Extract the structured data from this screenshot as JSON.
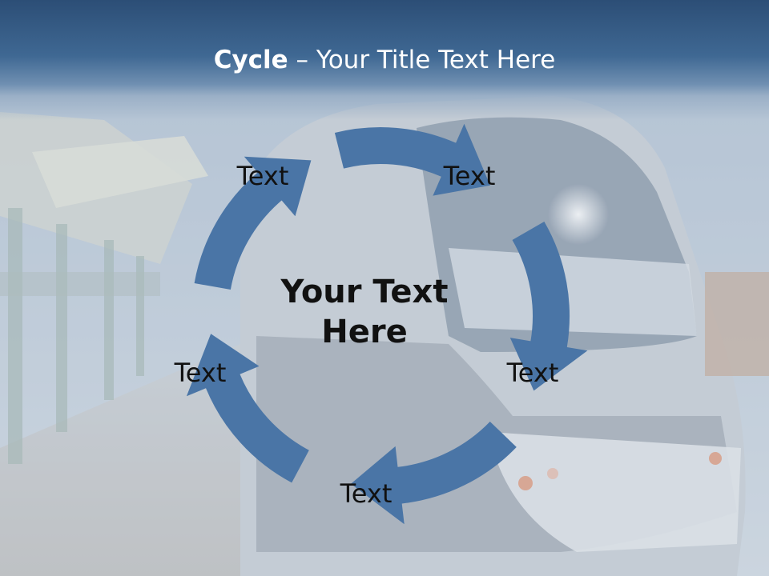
{
  "slide": {
    "title_bold": "Cycle",
    "title_rest": " – Your Title Text Here",
    "center_text": "Your Text Here",
    "steps": [
      {
        "label": "Text"
      },
      {
        "label": "Text"
      },
      {
        "label": "Text"
      },
      {
        "label": "Text"
      },
      {
        "label": "Text"
      }
    ]
  },
  "colors": {
    "arrow": "#4a75a6",
    "title_bar": "#355b85",
    "title_text": "#ffffff",
    "label_text": "#111111"
  },
  "icons": {
    "cycle_arrows": "curved-arrow-icon",
    "background": "light-rail-train-photo"
  }
}
